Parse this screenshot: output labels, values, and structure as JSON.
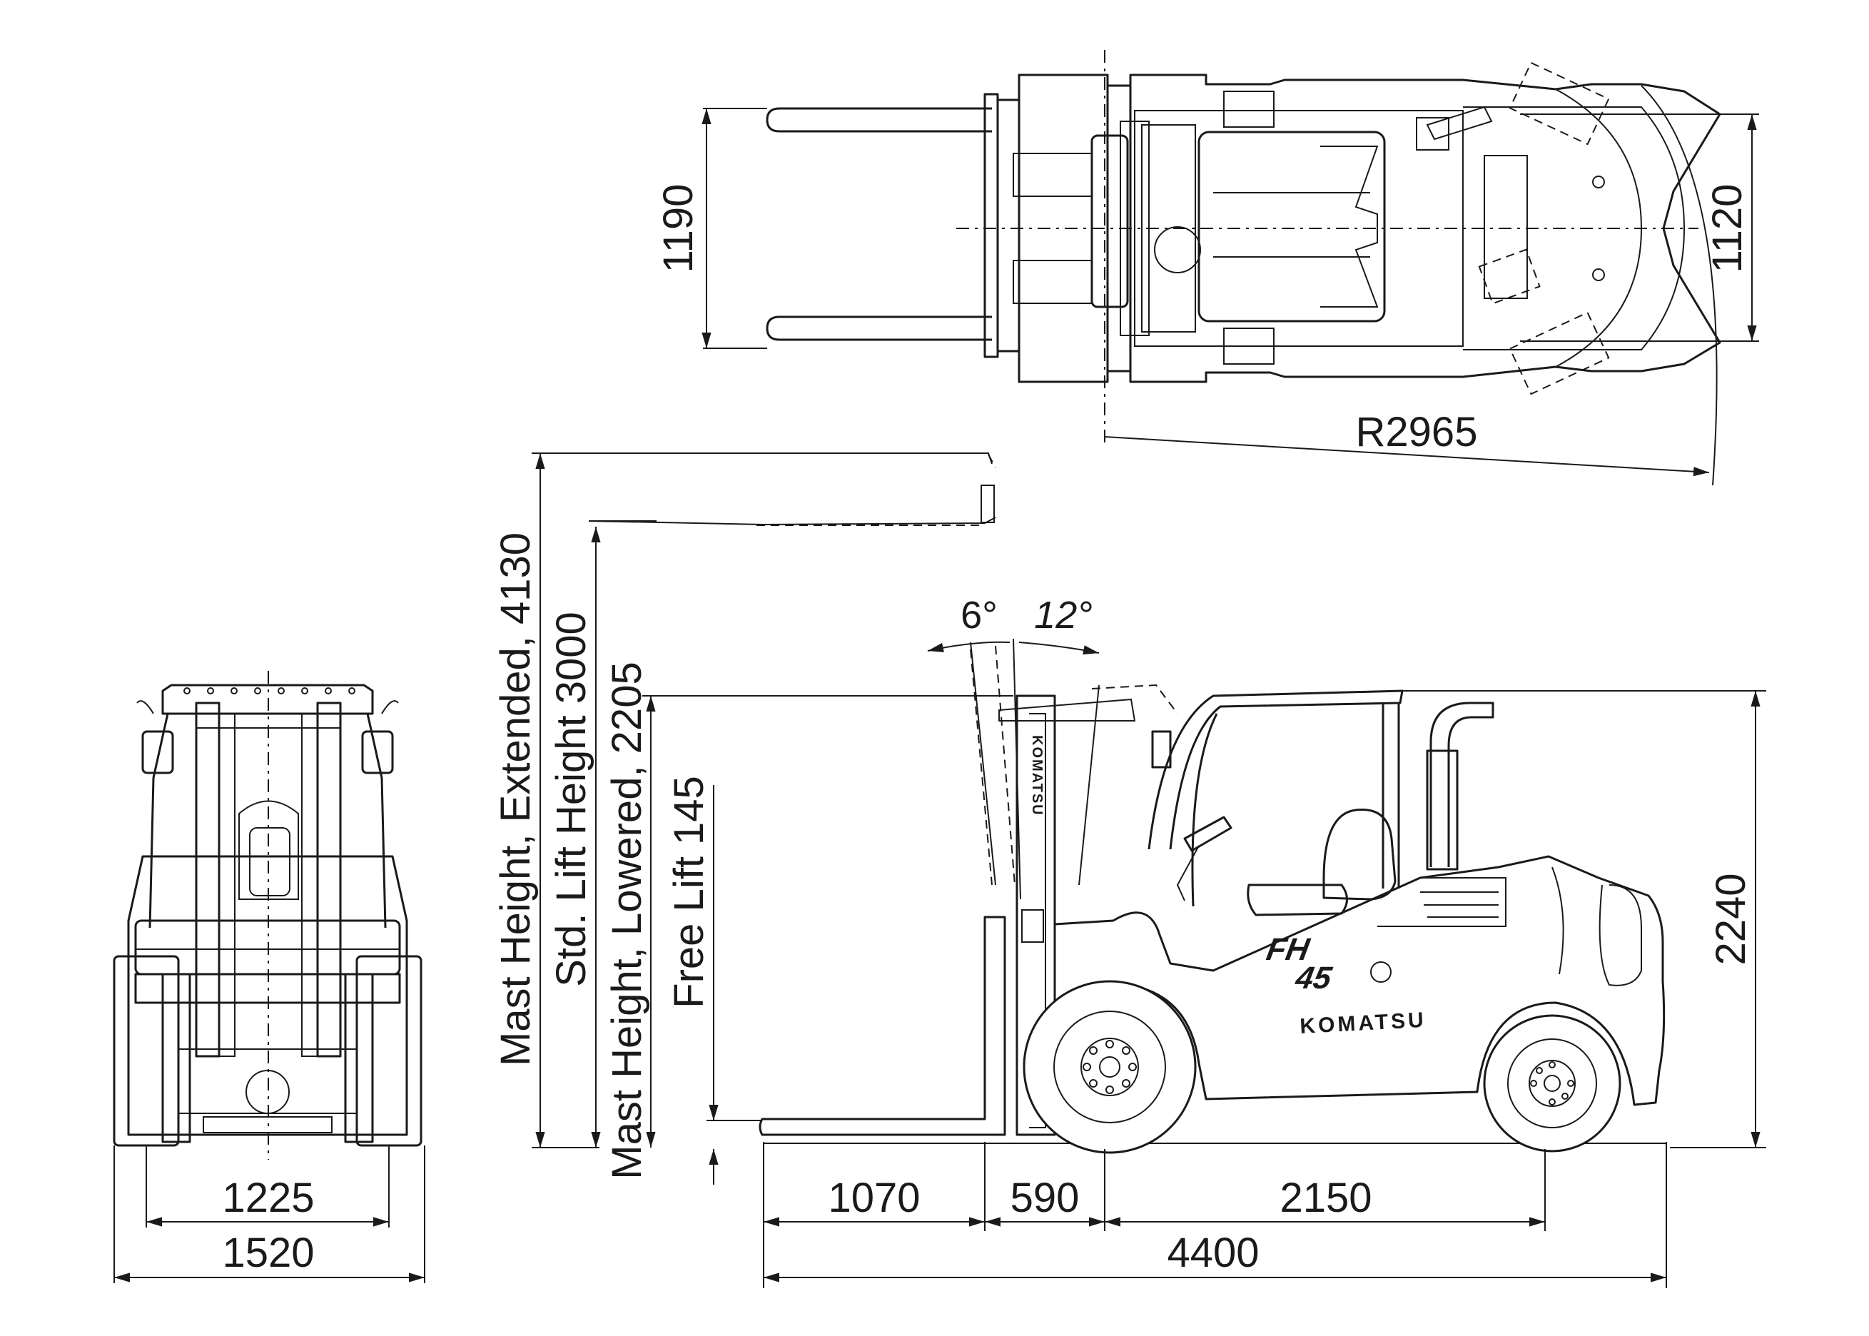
{
  "top_view": {
    "fork_spread": "1190",
    "rear_track": "1120",
    "turning_radius": "R2965"
  },
  "front_view": {
    "tread_width": "1225",
    "overall_width": "1520"
  },
  "side_view": {
    "tilt_forward": "6°",
    "tilt_back": "12°",
    "mast_height_extended": "Mast Height, Extended, 4130",
    "std_lift_height": "Std. Lift Height 3000",
    "mast_height_lowered": "Mast Height, Lowered, 2205",
    "free_lift": "Free Lift 145",
    "overhead_guard_height": "2240",
    "fork_length": "1070",
    "front_overhang": "590",
    "wheelbase": "2150",
    "overall_length": "4400",
    "brand": "KOMATSU",
    "model_line1": "FH",
    "model_line2": "45"
  }
}
